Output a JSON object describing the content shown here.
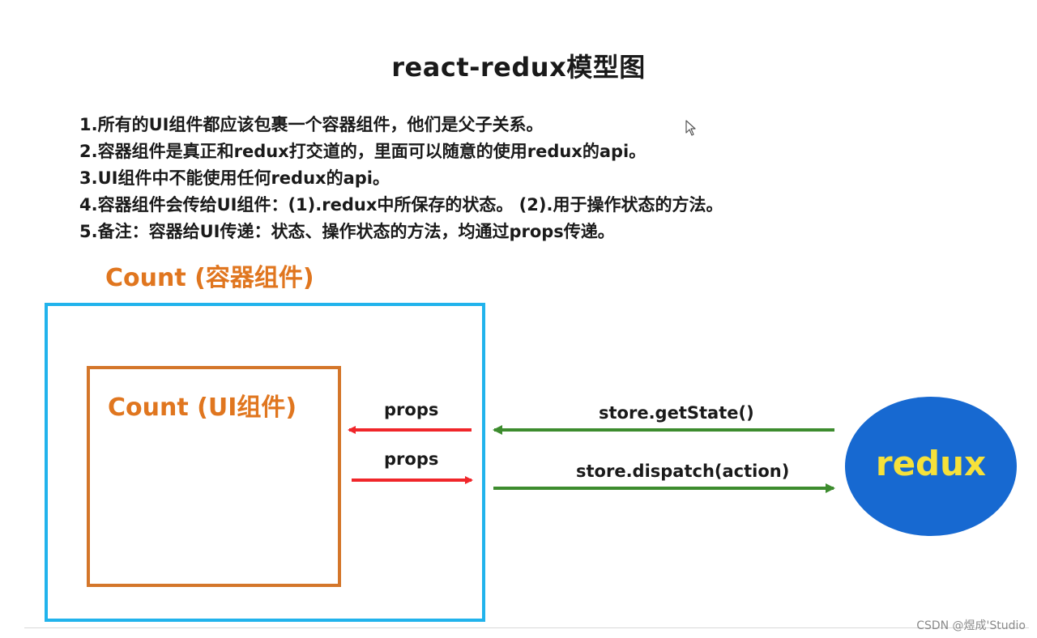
{
  "title": "react-redux模型图",
  "notes": [
    "1.所有的UI组件都应该包裹一个容器组件，他们是父子关系。",
    "2.容器组件是真正和redux打交道的，里面可以随意的使用redux的api。",
    "3.UI组件中不能使用任何redux的api。",
    "4.容器组件会传给UI组件：(1).redux中所保存的状态。  (2).用于操作状态的方法。",
    "5.备注：容器给UI传递：状态、操作状态的方法，均通过props传递。"
  ],
  "diagram": {
    "container": {
      "label": "Count (容器组件)",
      "color": "#21b3ec",
      "label_color": "#e0761f"
    },
    "ui_component": {
      "label": "Count (UI组件)",
      "color": "#d4762a",
      "label_color": "#e0761f"
    },
    "redux": {
      "label": "redux",
      "fill": "#1769d1",
      "text_color": "#f6e13a"
    },
    "edges": [
      {
        "label": "props",
        "from": "Count (容器组件)",
        "to": "Count (UI组件)",
        "color": "#f0262a"
      },
      {
        "label": "props",
        "from": "Count (UI组件)",
        "to": "Count (容器组件)",
        "color": "#f0262a"
      },
      {
        "label": "store.getState()",
        "from": "redux",
        "to": "Count (容器组件)",
        "color": "#3d8c2e"
      },
      {
        "label": "store.dispatch(action)",
        "from": "Count (容器组件)",
        "to": "redux",
        "color": "#3d8c2e"
      }
    ]
  },
  "watermark": "CSDN @煜成'Studio"
}
